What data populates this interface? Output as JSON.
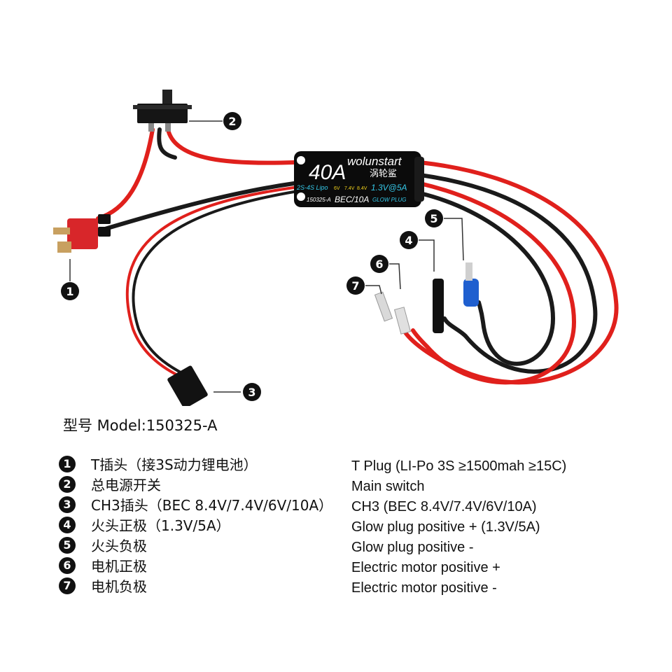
{
  "esc": {
    "amp": "40A",
    "brand": "wolunstart",
    "brand_cn": "涡轮鲨",
    "lipo": "2S-4S Lipo",
    "volts": [
      "6V",
      "7.4V",
      "8.4V"
    ],
    "glow_rating": "1.3V@5A",
    "model_code": "150325-A",
    "bec": "BEC/10A",
    "glow_label": "GLOW PLUG"
  },
  "callouts": [
    "1",
    "2",
    "3",
    "4",
    "5",
    "6",
    "7"
  ],
  "model_line": "型号 Model:150325-A",
  "legend": [
    {
      "num": "1",
      "cn": "T插头（接3S动力锂电池）",
      "en": "T Plug (LI-Po 3S   ≥1500mah     ≥15C)"
    },
    {
      "num": "2",
      "cn": "总电源开关",
      "en": "Main switch"
    },
    {
      "num": "3",
      "cn": "CH3插头（BEC 8.4V/7.4V/6V/10A）",
      "en": "CH3 (BEC 8.4V/7.4V/6V/10A)"
    },
    {
      "num": "4",
      "cn": "火头正极（1.3V/5A）",
      "en": "Glow plug positive + (1.3V/5A)"
    },
    {
      "num": "5",
      "cn": "火头负极",
      "en": "Glow plug positive -"
    },
    {
      "num": "6",
      "cn": "电机正极",
      "en": "Electric motor positive +"
    },
    {
      "num": "7",
      "cn": "电机负极",
      "en": "Electric motor positive -"
    }
  ],
  "colors": {
    "wire_red": "#e0201c",
    "wire_black": "#1a1a1a",
    "esc_body": "#0b0b0b",
    "accent_cyan": "#35c8e8",
    "accent_yellow": "#f2d21b",
    "connector_blue": "#1f5fcf"
  }
}
